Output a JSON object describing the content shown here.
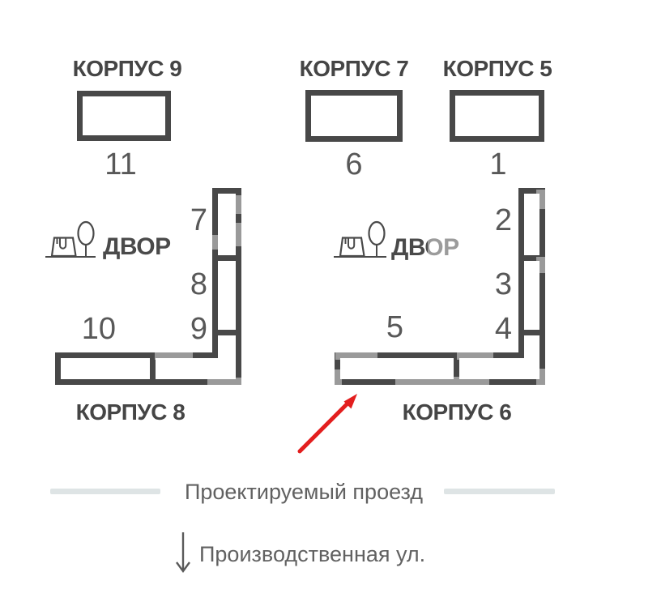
{
  "figure": {
    "top_buildings": [
      {
        "name": "КОРПУС 9",
        "unit": "11"
      },
      {
        "name": "КОРПУС 7",
        "unit": "6"
      },
      {
        "name": "КОРПУС 5",
        "unit": "1"
      }
    ],
    "left_block": {
      "name": "КОРПУС 8",
      "yard": "ДВОР",
      "units": [
        "7",
        "8",
        "9",
        "10"
      ]
    },
    "right_block": {
      "name": "КОРПУС 6",
      "yard": "ДВОР",
      "units": [
        "2",
        "3",
        "4",
        "5"
      ]
    },
    "legend": {
      "road": "Проектируемый проезд",
      "street": "Производственная ул."
    },
    "colors": {
      "plan_line": "#484848",
      "number_text": "#585858",
      "legend_line": "#dee4e5",
      "legend_text": "#616161",
      "arrow_red": "#e31e1e"
    }
  }
}
